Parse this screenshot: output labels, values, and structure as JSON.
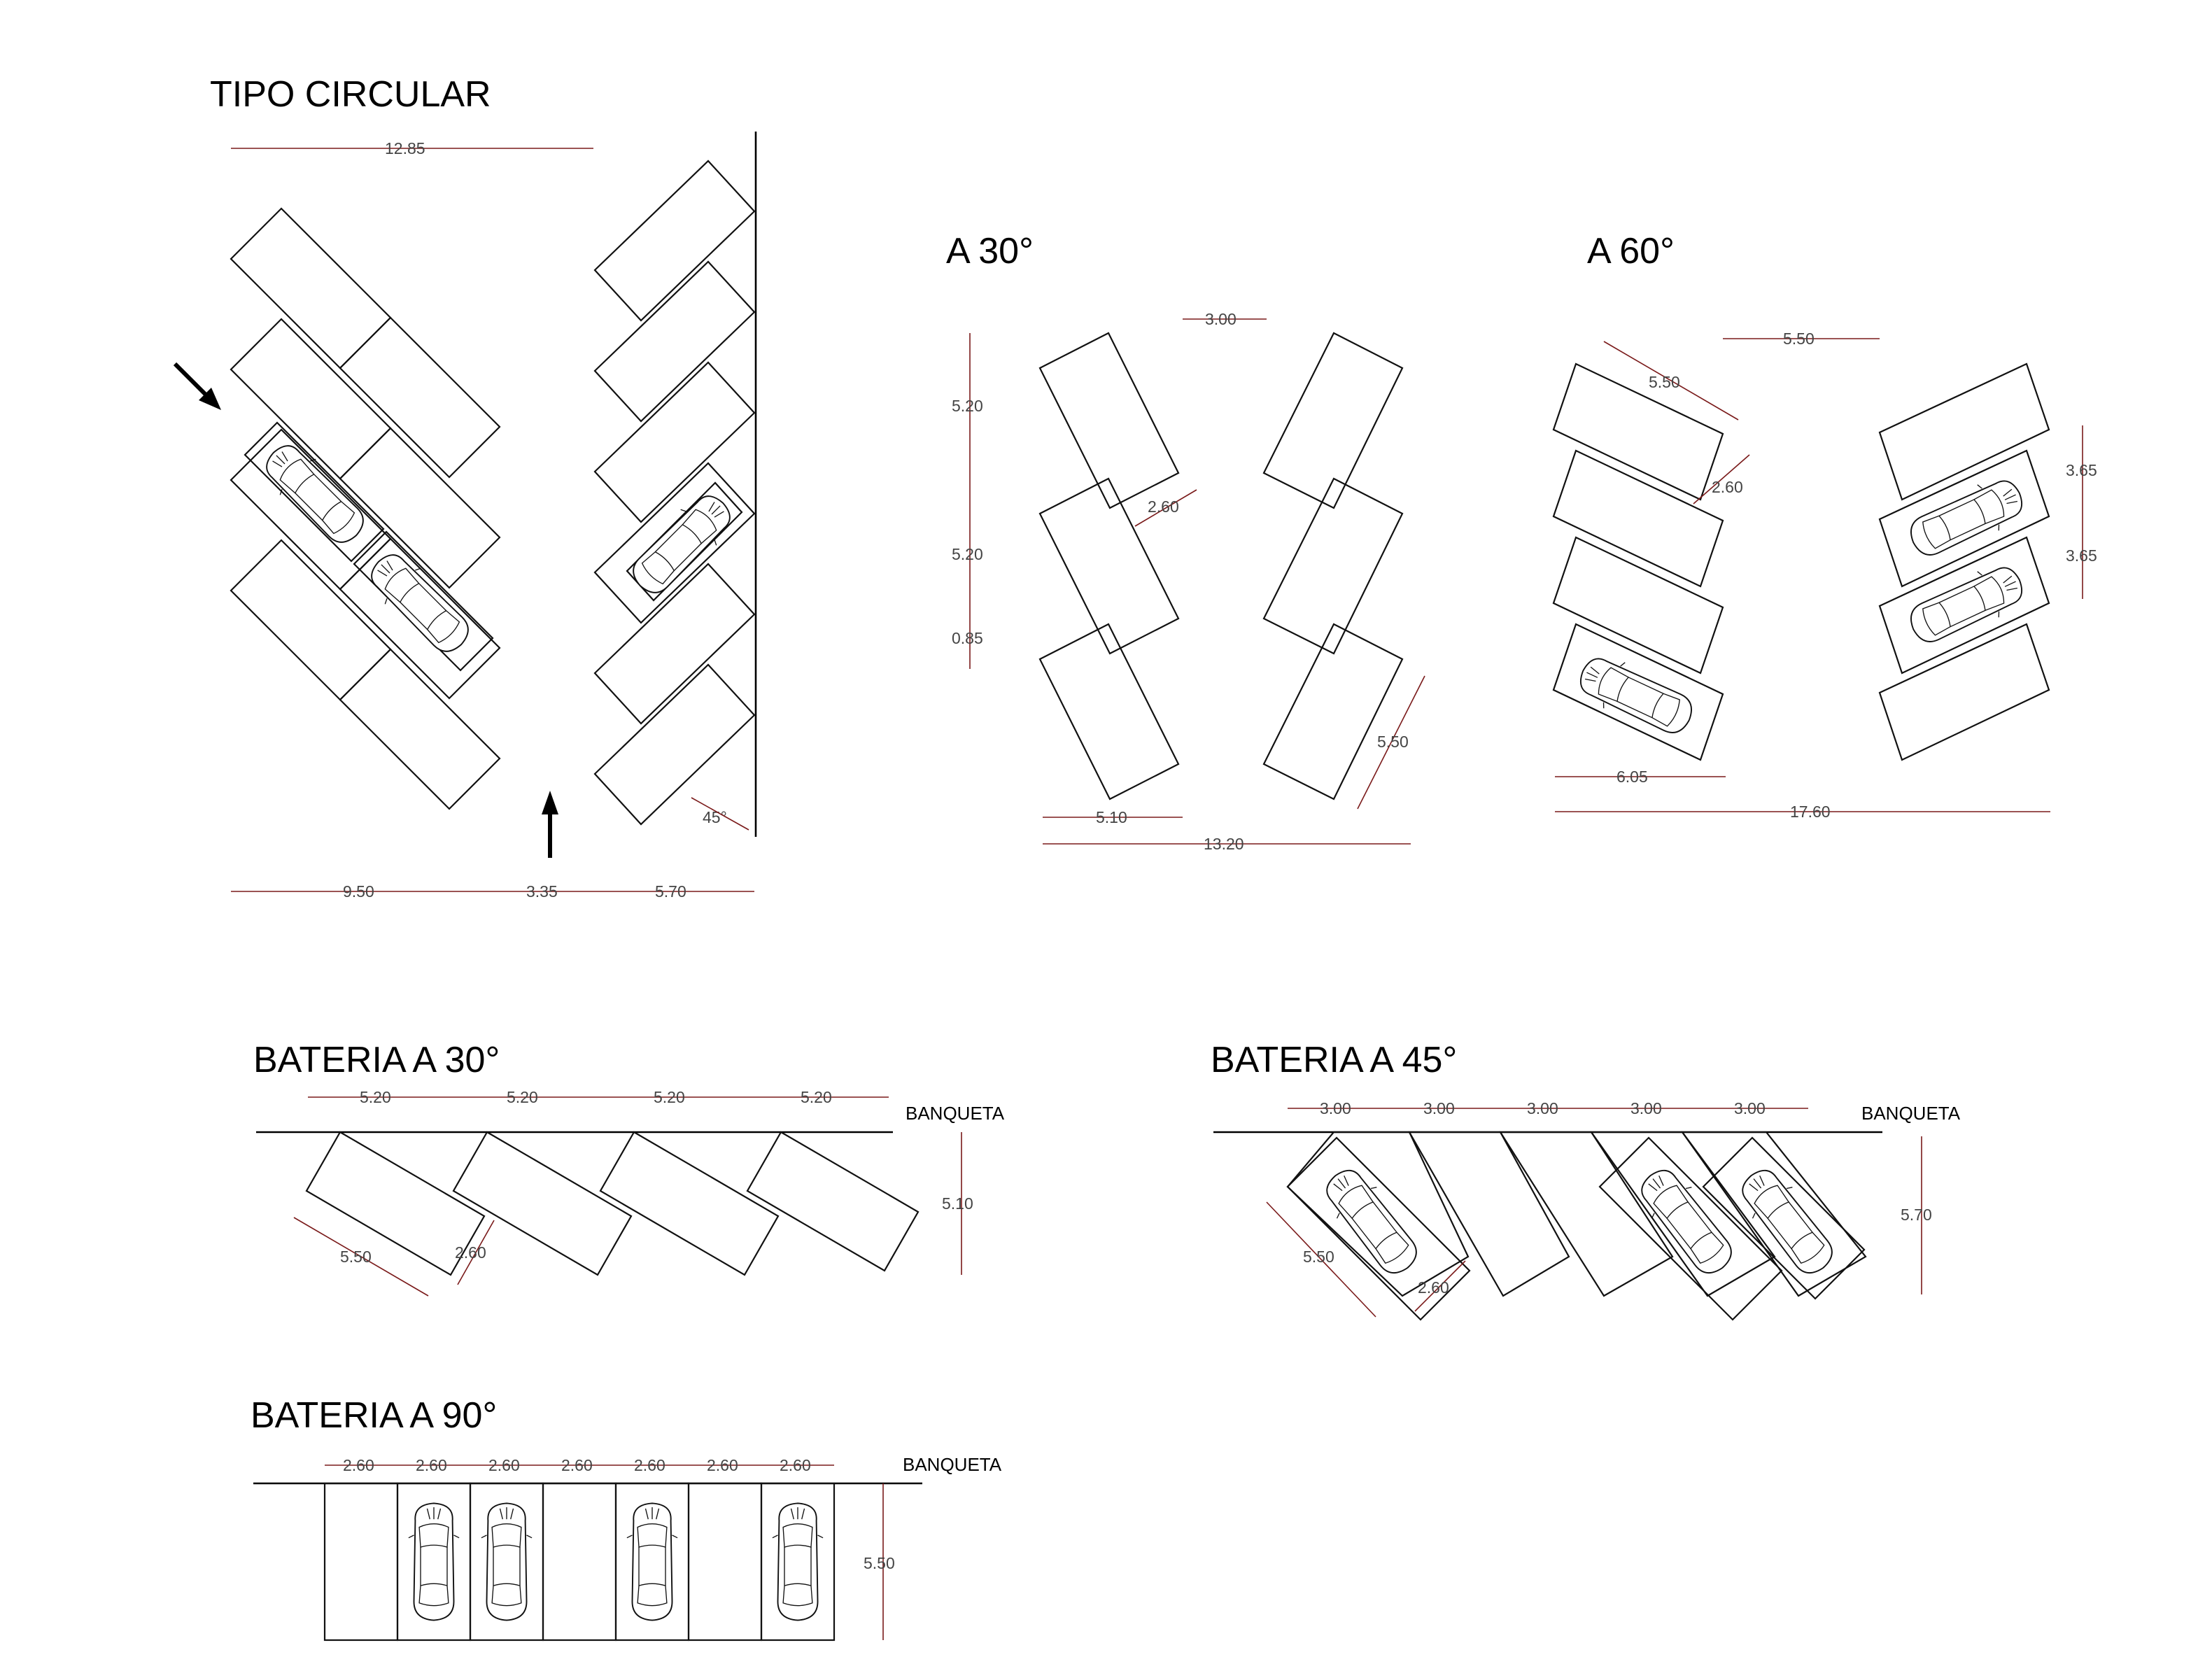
{
  "titles": {
    "circular": "TIPO CIRCULAR",
    "a30": "A  30°",
    "a60": "A  60°",
    "bat30": "BATERIA A 30°",
    "bat45": "BATERIA A 45°",
    "bat90": "BATERIA A 90°"
  },
  "labels": {
    "sidewalk": "BANQUETA"
  },
  "dims": {
    "circular": {
      "top": "12.85",
      "b1": "9.50",
      "b2": "3.35",
      "b3": "5.70",
      "angle": "45°"
    },
    "a30": {
      "aisle": "3.00",
      "h1": "5.20",
      "h2": "5.20",
      "h3": "0.85",
      "width": "2.60",
      "len": "5.50",
      "depth": "5.10",
      "total": "13.20"
    },
    "a60": {
      "aisle": "5.50",
      "len": "5.50",
      "width": "2.60",
      "s1": "3.65",
      "s2": "3.65",
      "depth": "6.05",
      "total": "17.60"
    },
    "bat30": {
      "w1": "5.20",
      "w2": "5.20",
      "w3": "5.20",
      "w4": "5.20",
      "depth": "5.10",
      "len": "5.50",
      "width": "2.60"
    },
    "bat45": {
      "w1": "3.00",
      "w2": "3.00",
      "w3": "3.00",
      "w4": "3.00",
      "w5": "3.00",
      "depth": "5.70",
      "len": "5.50",
      "width": "2.60"
    },
    "bat90": {
      "w1": "2.60",
      "w2": "2.60",
      "w3": "2.60",
      "w4": "2.60",
      "w5": "2.60",
      "w6": "2.60",
      "w7": "2.60",
      "depth": "5.50"
    }
  },
  "icons": {
    "entry_arrow": "arrow-icon",
    "car": "car-icon"
  }
}
